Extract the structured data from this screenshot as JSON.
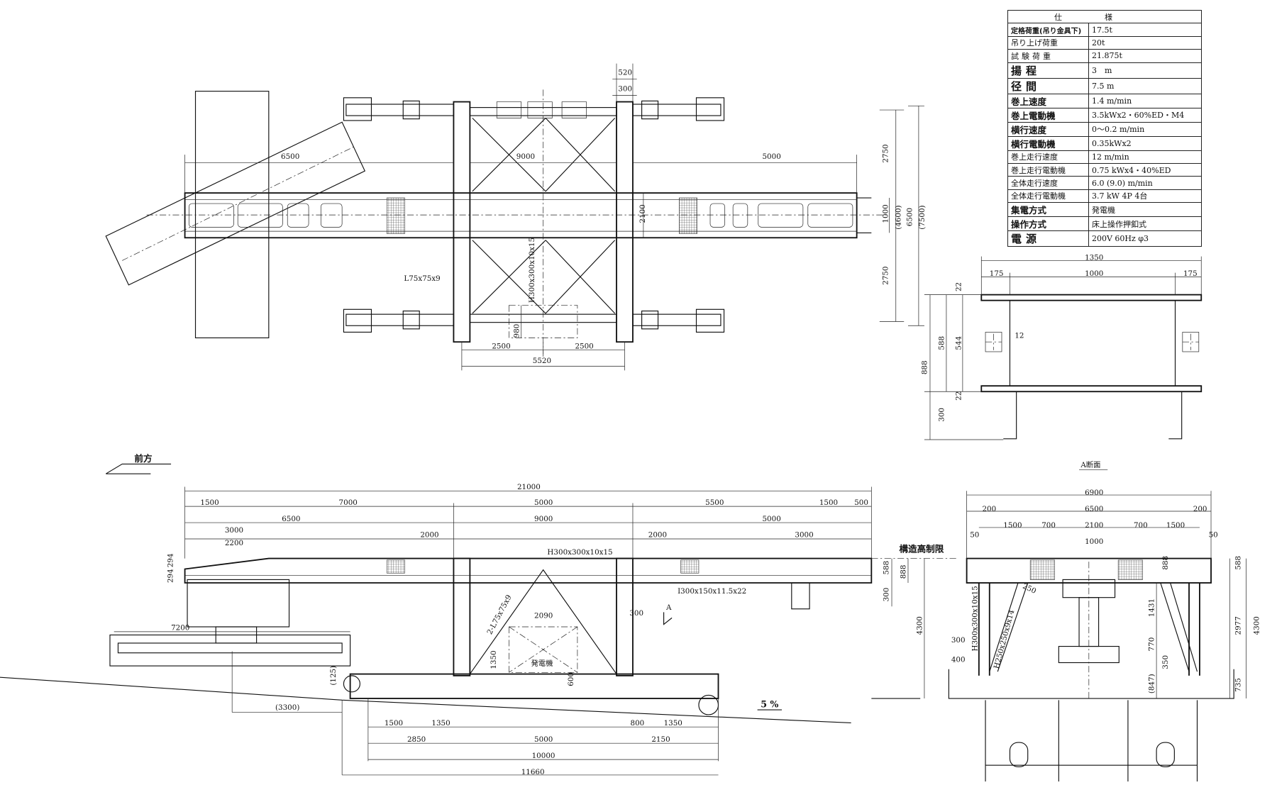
{
  "spec_table": {
    "header": "仕様",
    "rows": [
      {
        "label": "定格荷重(吊り金具下)",
        "value": "17.5t"
      },
      {
        "label": "吊り上げ荷重",
        "value": "20t"
      },
      {
        "label": "試験荷重",
        "value": "21.875t"
      },
      {
        "label": "揚程",
        "value": "3　m"
      },
      {
        "label": "径間",
        "value": "7.5 m"
      },
      {
        "label": "巻上速度",
        "value": "1.4 m/min"
      },
      {
        "label": "巻上電動機",
        "value": "3.5kWx2・60%ED・M4"
      },
      {
        "label": "横行速度",
        "value": "0〜0.2 m/min"
      },
      {
        "label": "横行電動機",
        "value": "0.35kWx2"
      },
      {
        "label": "巻上走行速度",
        "value": "12 m/min"
      },
      {
        "label": "巻上走行電動機",
        "value": "0.75 kWx4・40%ED"
      },
      {
        "label": "全体走行速度",
        "value": "6.0 (9.0) m/min"
      },
      {
        "label": "全体走行電動機",
        "value": "3.7 kW 4P 4台"
      },
      {
        "label": "集電方式",
        "value": "発電機"
      },
      {
        "label": "操作方式",
        "value": "床上操作押釦式"
      },
      {
        "label": "電源",
        "value": "200V 60Hz φ3"
      }
    ]
  },
  "plan_view": {
    "dims": [
      "520",
      "300",
      "6500",
      "9000",
      "5000",
      "2750",
      "2100",
      "1000",
      "(4600)",
      "6500",
      "(7500)",
      "2750",
      "980",
      "2500",
      "2500",
      "5520"
    ],
    "member_labels": [
      "L75x75x9",
      "H300x300x10x15"
    ]
  },
  "beam_section": {
    "dims": [
      "1350",
      "175",
      "1000",
      "175",
      "22",
      "588",
      "544",
      "12",
      "888",
      "22",
      "300"
    ]
  },
  "side_view": {
    "direction": "前方",
    "height_limit": "構造高制限",
    "slope": "5 %",
    "section_marker": "A",
    "generator": "発電機",
    "member_labels": [
      "H300x300x10x15",
      "I300x150x11.5x22",
      "2-L75x75x9"
    ],
    "dims": [
      "21000",
      "1500",
      "7000",
      "5000",
      "5500",
      "1500",
      "500",
      "3000",
      "6500",
      "9000",
      "5000",
      "2200",
      "2000",
      "2000",
      "3000",
      "294",
      "294",
      "588",
      "888",
      "300",
      "300",
      "2090",
      "7200",
      "4300",
      "1350",
      "600",
      "(125)",
      "(3300)",
      "1500",
      "1350",
      "800",
      "1350",
      "2850",
      "5000",
      "2150",
      "10000",
      "11660"
    ]
  },
  "section_a": {
    "title": "A断面",
    "member_labels": [
      "H300x300x10x15",
      "H250x250x9x14"
    ],
    "dims": [
      "6900",
      "200",
      "6500",
      "200",
      "1500",
      "700",
      "2100",
      "700",
      "1500",
      "50",
      "50",
      "1000",
      "588",
      "888",
      "250",
      "1431",
      "2977",
      "4300",
      "300",
      "770",
      "400",
      "350",
      "(847)",
      "735"
    ]
  }
}
